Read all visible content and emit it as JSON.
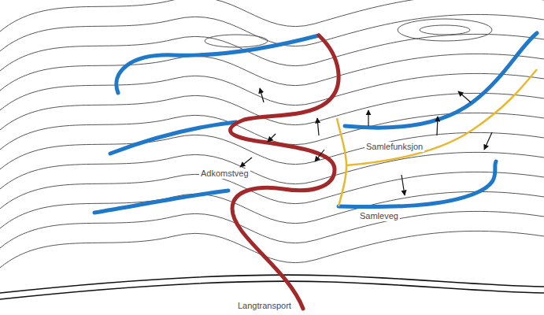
{
  "diagram": {
    "labels": [
      "Adkomstveg",
      "Samlefunksjon",
      "Samleveg",
      "Langtransport"
    ]
  }
}
